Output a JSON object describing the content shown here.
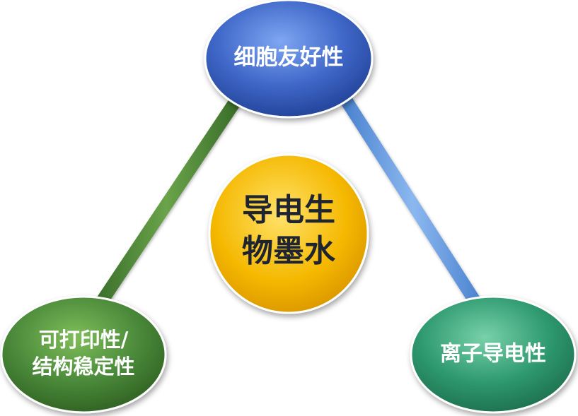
{
  "center": {
    "line1": "导电生",
    "line2": "物墨水",
    "color": "#f5b800"
  },
  "nodes": {
    "top": {
      "label": "细胞友好性",
      "color": "#3f67c8"
    },
    "bottom_left": {
      "line1": "可打印性/",
      "line2": "结构稳定性",
      "color": "#4b8a3a"
    },
    "bottom_right": {
      "label": "离子导电性",
      "color": "#2f9a70"
    }
  },
  "edges": {
    "left_color": "#4f8c3a",
    "right_color": "#6b9fe0",
    "bottom_color": "#4fb88a"
  }
}
